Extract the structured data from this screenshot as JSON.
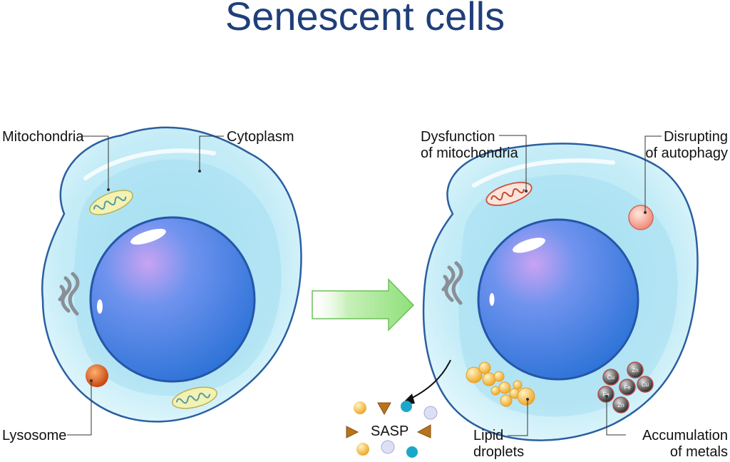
{
  "title": "Senescent cells",
  "left_cell": {
    "labels": {
      "mitochondria": "Mitochondria",
      "cytoplasm": "Cytoplasm",
      "lysosome": "Lysosome"
    }
  },
  "right_cell": {
    "labels": {
      "dysfunction_line1": "Dysfunction",
      "dysfunction_line2": "of mitochondria",
      "autophagy_line1": "Disrupting",
      "autophagy_line2": "of autophagy",
      "lipid_line1": "Lipid",
      "lipid_line2": "droplets",
      "metals_line1": "Accumulation",
      "metals_line2": "of metals"
    },
    "metal_symbols": [
      "Cu",
      "Zn",
      "Fe",
      "Cu",
      "Fe",
      "Zn"
    ]
  },
  "sasp_label": "SASP",
  "colors": {
    "title": "#1f3f7a",
    "cytoplasm": "#bfeaf5",
    "cell_border": "#2a5fa0",
    "nucleus": "#5a8ee8",
    "arrow": "#8ee07a",
    "lysosome": "#e06020",
    "lipid": "#f5c242"
  }
}
